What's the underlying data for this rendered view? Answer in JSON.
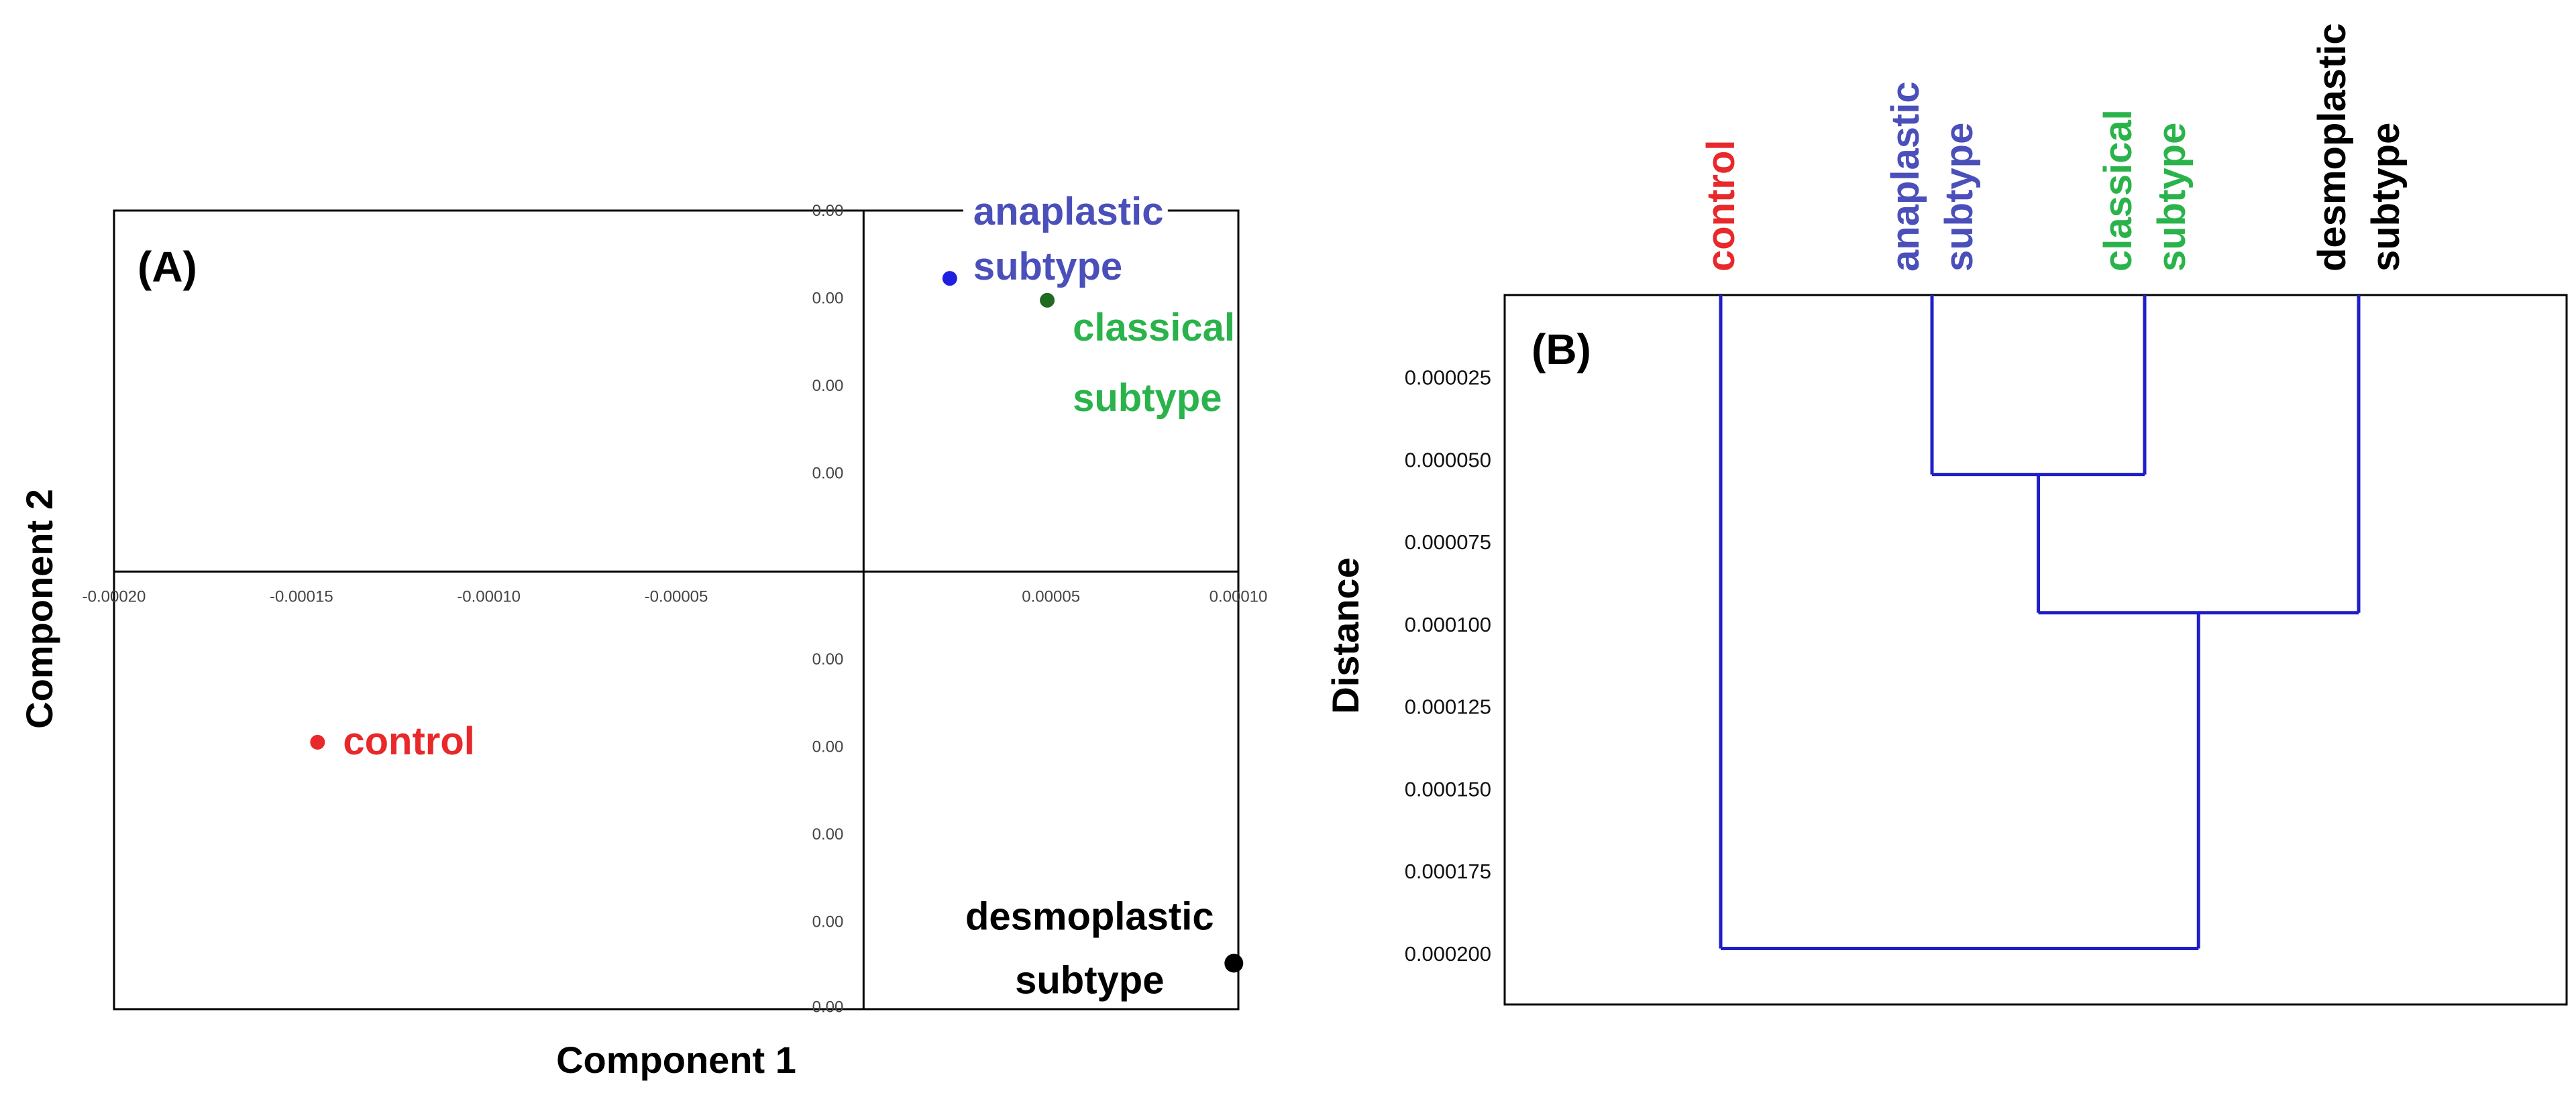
{
  "colors": {
    "control": "#e8282a",
    "anaplastic_text": "#4a4fba",
    "anaplastic_point": "#1f1fe0",
    "classical_text": "#2bb34b",
    "classical_point": "#1f6b1f",
    "desmoplastic": "#000000",
    "dendrogram_line": "#1f1fc8"
  },
  "chart_data": [
    {
      "type": "scatter",
      "panel_label": "(A)",
      "xlabel": "Component 1",
      "ylabel": "Component 2",
      "xlim": [
        -0.0002,
        0.0001
      ],
      "ylim": [
        -0.0001,
        8.25e-05
      ],
      "x_ticks": [
        "-0.00020",
        "-0.00015",
        "-0.00010",
        "-0.00005",
        "0.00005",
        "0.00010"
      ],
      "x_tick_values": [
        -0.0002,
        -0.00015,
        -0.0001,
        -5e-05,
        5e-05,
        0.0001
      ],
      "y_tick_labels": [
        "0.00",
        "0.00",
        "0.00",
        "0.00",
        "0.00",
        "0.00",
        "0.00",
        "0.00",
        "0.00"
      ],
      "y_tick_values": [
        8.25e-05,
        6.25e-05,
        4.25e-05,
        2.25e-05,
        -2e-05,
        -4e-05,
        -6e-05,
        -8e-05,
        -9.95e-05
      ],
      "points": [
        {
          "key": "anaplastic",
          "label_lines": [
            "anaplastic",
            "subtype"
          ],
          "x": 2.3e-05,
          "y": 6.7e-05
        },
        {
          "key": "classical",
          "label_lines": [
            "classical",
            "subtype"
          ],
          "x": 4.9e-05,
          "y": 6.2e-05
        },
        {
          "key": "control",
          "label_lines": [
            "control"
          ],
          "x": -0.0001457,
          "y": -3.9e-05
        },
        {
          "key": "desmoplastic",
          "label_lines": [
            "desmoplastic",
            "subtype"
          ],
          "x": 9.88e-05,
          "y": -8.95e-05
        }
      ]
    },
    {
      "type": "dendrogram",
      "panel_label": "(B)",
      "ylabel": "Distance",
      "ylim": [
        0.0,
        0.0002155
      ],
      "y_ticks": [
        "0.000025",
        "0.000050",
        "0.000075",
        "0.000100",
        "0.000125",
        "0.000150",
        "0.000175",
        "0.000200"
      ],
      "y_tick_values": [
        2.5e-05,
        5e-05,
        7.5e-05,
        0.0001,
        0.000125,
        0.00015,
        0.000175,
        0.0002
      ],
      "leaves": [
        {
          "key": "control",
          "label_lines": [
            "control"
          ]
        },
        {
          "key": "anaplastic",
          "label_lines": [
            "anaplastic",
            "subtype"
          ]
        },
        {
          "key": "classical",
          "label_lines": [
            "classical",
            "subtype"
          ]
        },
        {
          "key": "desmoplastic",
          "label_lines": [
            "desmoplastic",
            "subtype"
          ]
        }
      ],
      "merges": [
        {
          "left": "anaplastic",
          "right": "classical",
          "height": 5.45e-05
        },
        {
          "left": "anaplastic+classical",
          "right": "desmoplastic",
          "height": 9.65e-05
        },
        {
          "left": "control",
          "right": "anaplastic+classical+desmoplastic",
          "height": 0.0001985
        }
      ]
    }
  ]
}
